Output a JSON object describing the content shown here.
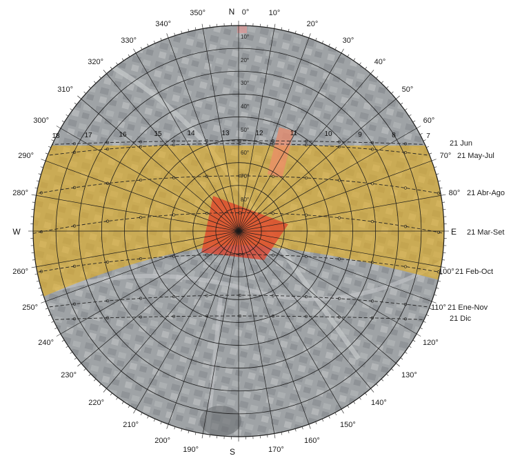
{
  "diagram": {
    "cardinals": {
      "north": "N",
      "south": "S",
      "east": "E",
      "west": "W"
    },
    "azimuth_labels": [
      "0°",
      "10°",
      "20°",
      "30°",
      "40°",
      "50°",
      "60°",
      "70°",
      "80°",
      "100°",
      "110°",
      "120°",
      "130°",
      "140°",
      "150°",
      "160°",
      "170°",
      "190°",
      "200°",
      "210°",
      "220°",
      "230°",
      "240°",
      "250°",
      "260°",
      "280°",
      "290°",
      "300°",
      "310°",
      "320°",
      "330°",
      "340°",
      "350°"
    ],
    "altitude_labels": [
      "10°",
      "20°",
      "30°",
      "40°",
      "50°",
      "60°",
      "70°",
      "80°"
    ],
    "hour_labels": [
      "18",
      "17",
      "16",
      "15",
      "14",
      "13",
      "12",
      "11",
      "10",
      "9",
      "8",
      "7"
    ],
    "date_labels": [
      "21 Jun",
      "21 May-Jul",
      "21 Abr-Ago",
      "21 Mar-Set",
      "21 Feb-Oct",
      "21 Ene-Nov",
      "21 Dic"
    ],
    "colors": {
      "shading_band": "#e8b020",
      "site_polygon": "#e0402a",
      "grid": "#1a1a1a",
      "map_base": "#9ca0a4"
    }
  }
}
